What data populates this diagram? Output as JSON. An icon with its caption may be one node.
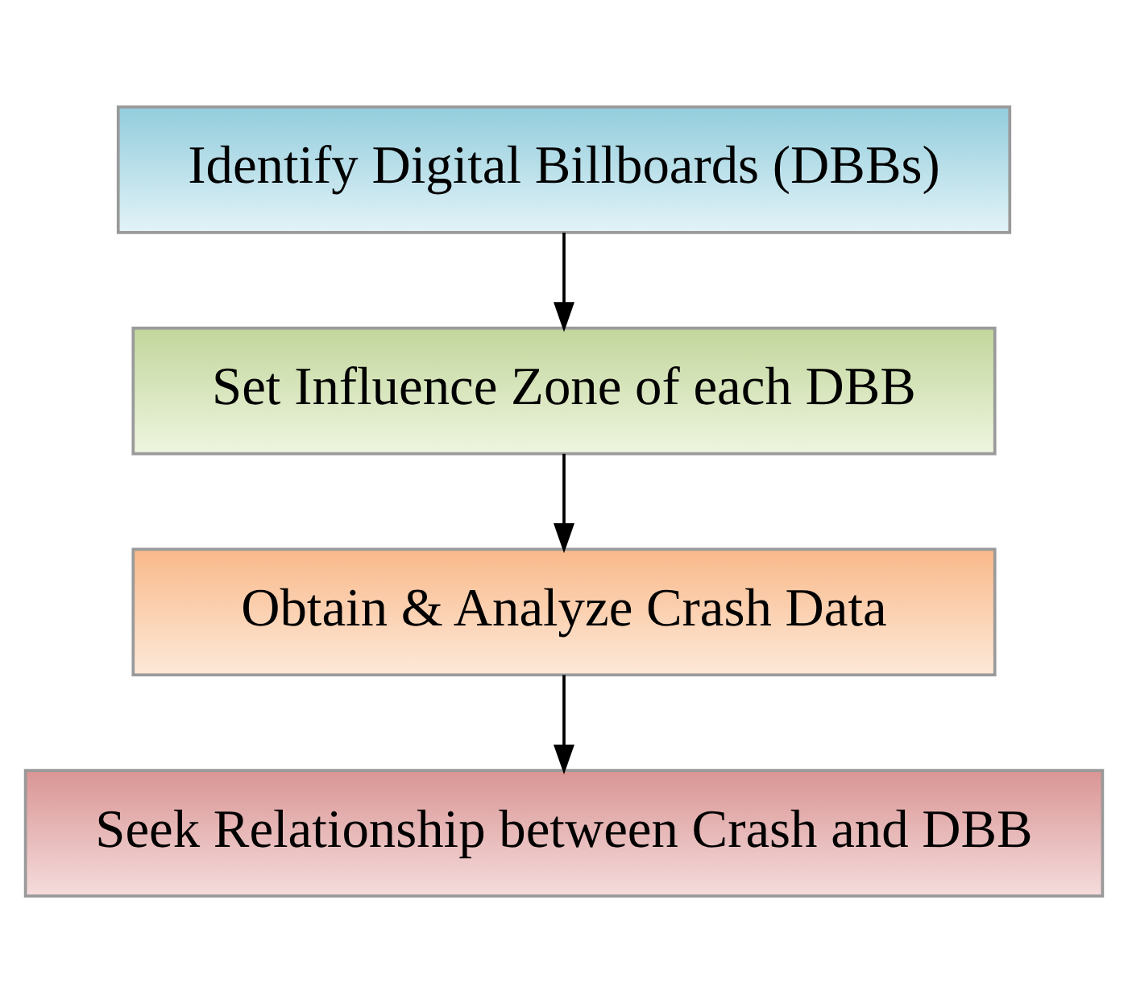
{
  "diagram": {
    "nodes": [
      {
        "text": [
          "Identify Digital Billboards (DBBs)"
        ]
      },
      {
        "text": [
          "Set Influence Zone of each DBB"
        ]
      },
      {
        "text": [
          "Obtain & Analyze Crash Data"
        ]
      },
      {
        "text": [
          "Seek Relationship between Crash and DBB"
        ]
      }
    ],
    "edges": [
      {
        "from": 0,
        "to": 1,
        "arrow": "to"
      },
      {
        "from": 1,
        "to": 2,
        "arrow": "to"
      },
      {
        "from": 2,
        "to": 3,
        "arrow": "to"
      }
    ]
  }
}
